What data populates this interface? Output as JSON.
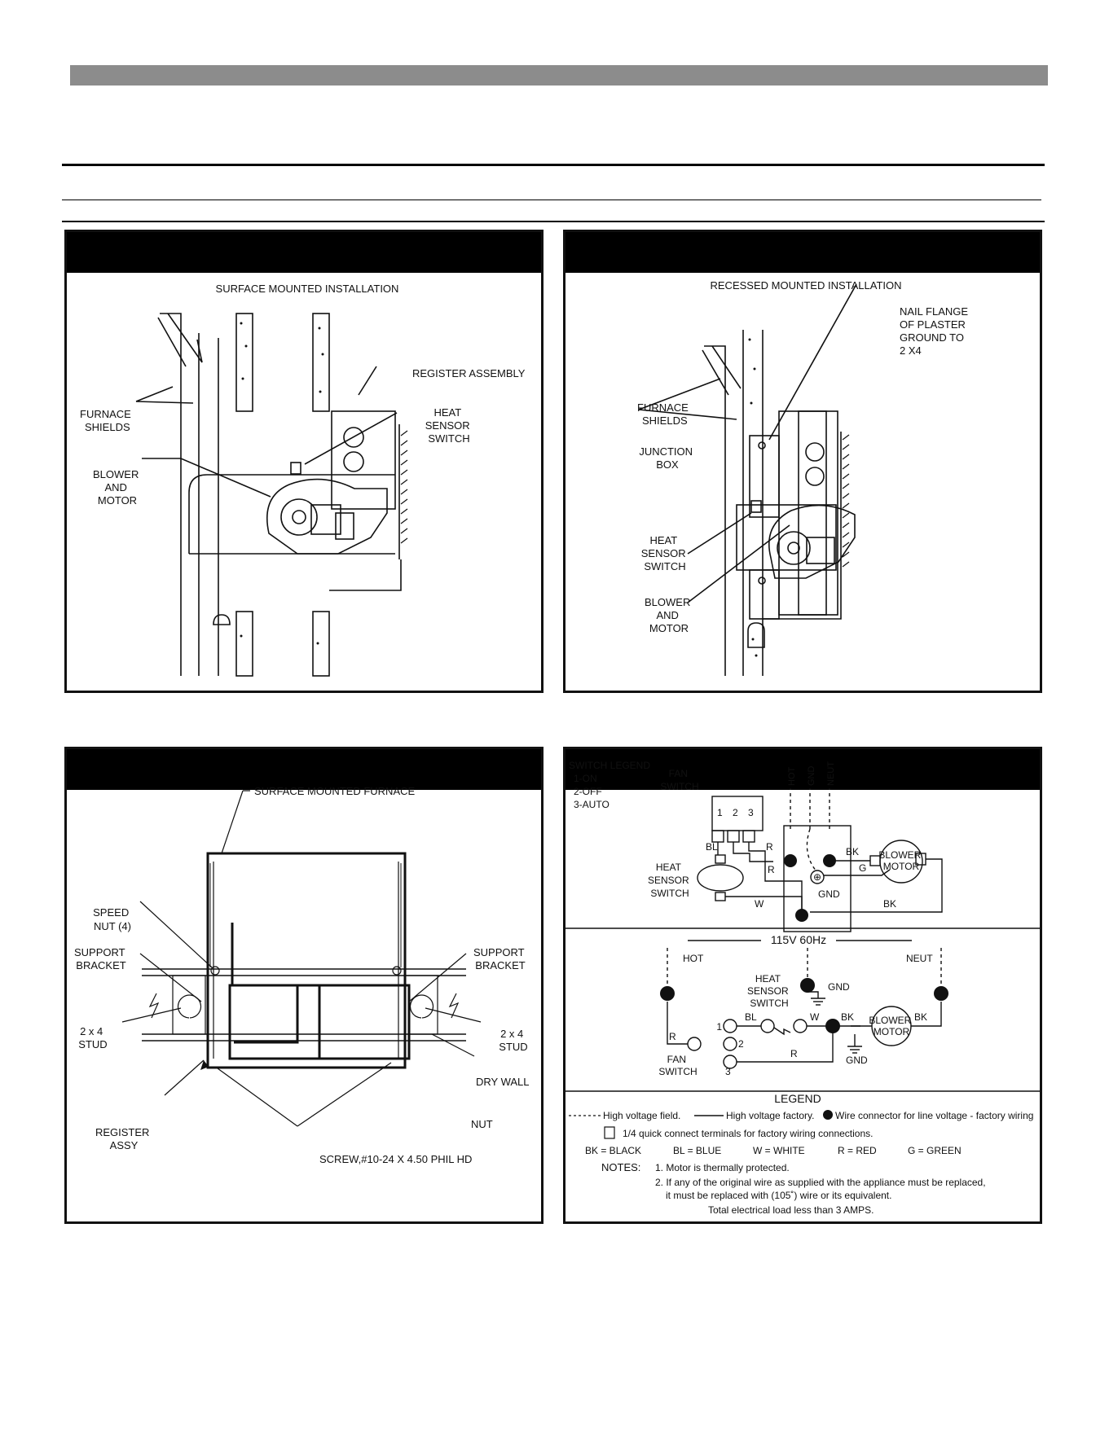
{
  "figure1": {
    "title": "SURFACE MOUNTED INSTALLATION",
    "furnace_shields": [
      "FURNACE",
      "SHIELDS"
    ],
    "blower": [
      "BLOWER",
      "AND",
      "MOTOR"
    ],
    "register": "REGISTER ASSEMBLY",
    "heat_sensor": [
      "HEAT",
      "SENSOR",
      "SWITCH"
    ]
  },
  "figure2": {
    "title": "RECESSED MOUNTED INSTALLATION",
    "nail_flange": [
      "NAIL FLANGE",
      "OF PLASTER",
      "GROUND TO",
      "2 X4"
    ],
    "furnace_shields": [
      "FURNACE",
      "SHIELDS"
    ],
    "junction_box": [
      "JUNCTION",
      "BOX"
    ],
    "heat_sensor": [
      "HEAT",
      "SENSOR",
      "SWITCH"
    ],
    "blower": [
      "BLOWER",
      "AND",
      "MOTOR"
    ]
  },
  "figure3": {
    "furnace": "SURFACE MOUNTED FURNACE",
    "speed_nut": [
      "SPEED",
      "NUT (4)"
    ],
    "support_left": [
      "SUPPORT",
      "BRACKET"
    ],
    "support_right": [
      "SUPPORT",
      "BRACKET"
    ],
    "stud_left": [
      "2 x 4",
      "STUD"
    ],
    "stud_right": [
      "2 x 4",
      "STUD"
    ],
    "dry_wall": "DRY WALL",
    "register": [
      "REGISTER",
      "ASSY"
    ],
    "nut": "NUT",
    "screw": "SCREW,#10-24 X 4.50 PHIL HD"
  },
  "figure4": {
    "switch_legend": [
      "SWITCH LEGEND",
      "1-ON",
      "2-OFF",
      "3-AUTO"
    ],
    "fan_switch": [
      "FAN",
      "SWITCH"
    ],
    "terminals": [
      "1",
      "2",
      "3"
    ],
    "supply": [
      "HOT",
      "GND",
      "NEUT"
    ],
    "wire_codes": {
      "bl": "BL",
      "r": "R",
      "bk": "BK",
      "w": "W",
      "g": "G"
    },
    "heat_sensor": [
      "HEAT",
      "SENSOR",
      "SWITCH"
    ],
    "blower_motor": [
      "BLOWER",
      "MOTOR"
    ],
    "gnd": "GND",
    "voltage": "115V 60Hz",
    "legend": {
      "title": "LEGEND",
      "field": "High voltage field.",
      "factory": "High voltage factory.",
      "connector": "Wire connector for line voltage - factory wiring",
      "quick_connect": "1/4 quick connect terminals for factory wiring connections.",
      "colors": [
        "BK  =  BLACK",
        "BL  =  BLUE",
        "W  =  WHITE",
        "R  =  RED",
        "G  =  GREEN"
      ]
    },
    "notes": {
      "label": "NOTES:",
      "n1": "1. Motor is thermally protected.",
      "n2a": "2. If any of the original wire as supplied with the appliance must be replaced,",
      "n2b": "it must be replaced with (105˚) wire or its equivalent.",
      "n3": "Total electrical load less than 3 AMPS."
    }
  }
}
